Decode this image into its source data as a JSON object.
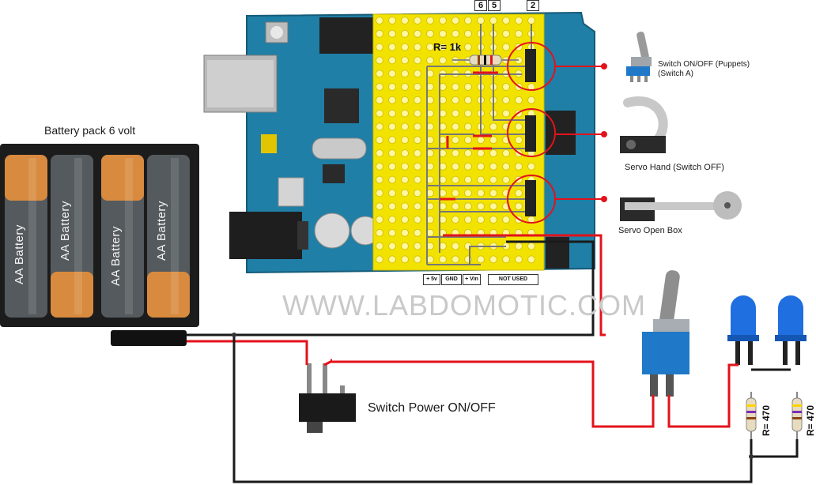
{
  "labels": {
    "battery_pack": "Battery pack 6 volt",
    "switch_power": "Switch Power ON/OFF",
    "switch_a_line1": "Switch ON/OFF (Puppets)",
    "switch_a_line2": "(Switch A)",
    "servo_hand": "Servo Hand (Switch OFF)",
    "servo_box": "Servo Open Box",
    "resistor_top": "R= 1k",
    "resistor_led1": "R= 470",
    "resistor_led2": "R= 470",
    "watermark": "WWW.LABDOMOTIC.COM"
  },
  "battery_cells": [
    "AA Battery",
    "AA Battery",
    "AA Battery",
    "AA Battery"
  ],
  "header_pins": {
    "pin6": "6",
    "pin5": "5",
    "pin2": "2"
  },
  "bottom_tags": {
    "v5": "+ 5v",
    "gnd": "GND",
    "vin": "+ Vin",
    "not_used": "NOT USED"
  },
  "colors": {
    "arduino_board": "#1f7fa6",
    "protoboard": "#f2e200",
    "wire_red": "#e3121b",
    "wire_black": "#1a1a1a",
    "battery_holder": "#1c1c1c",
    "battery_copper": "#d88a3e",
    "led": "#1f6fe0"
  }
}
